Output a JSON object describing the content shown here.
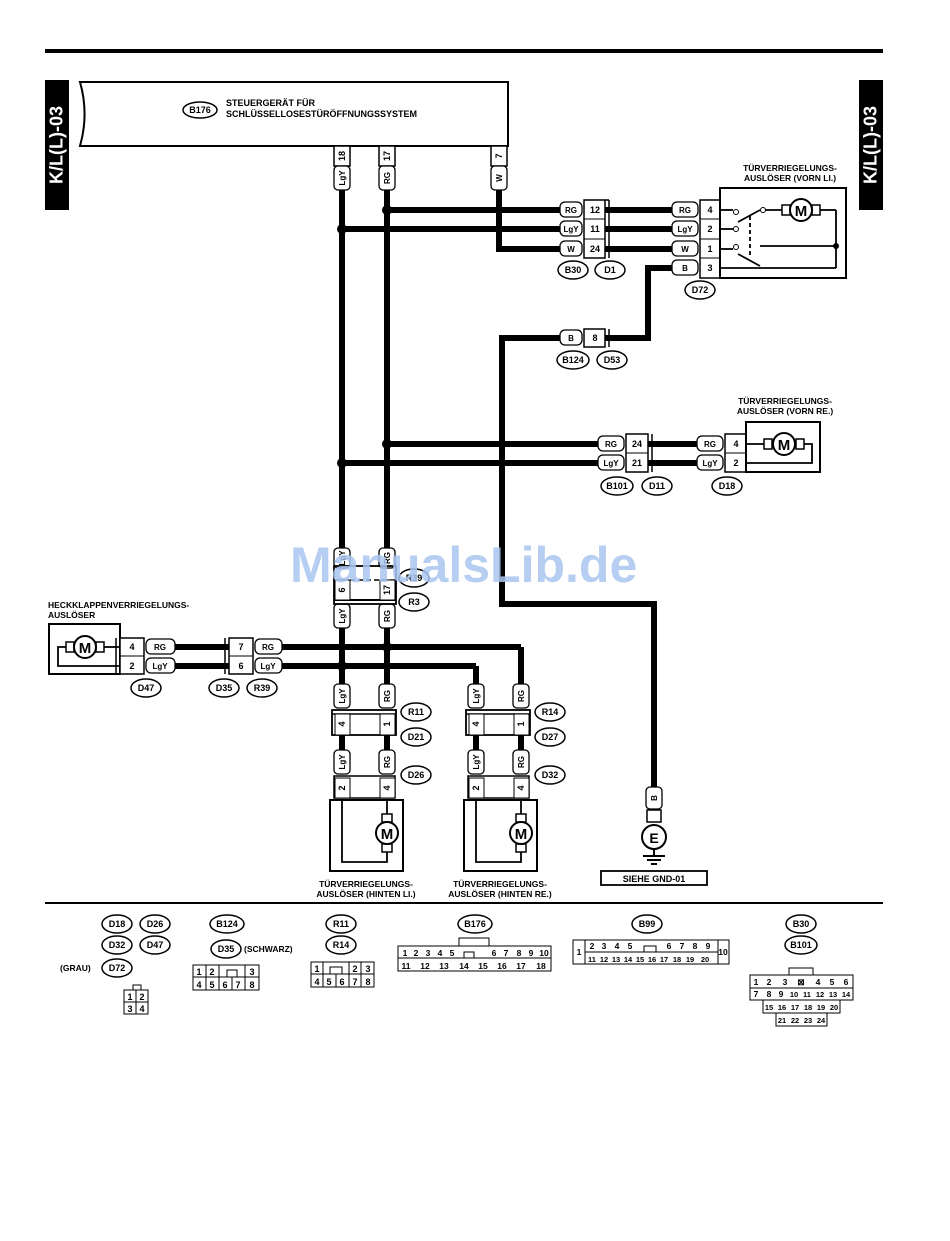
{
  "page_code": "K/L(L)-03",
  "watermark": "ManualsLib.de",
  "ecu": {
    "conn": "B176",
    "title1": "STEUERGERÄT FÜR",
    "title2": "SCHLÜSSELLOSESTÜRÖFFNUNGSSYSTEM",
    "pin18": "18",
    "pin17": "17",
    "pin7": "7"
  },
  "wires": {
    "LgY": "LgY",
    "RG": "RG",
    "W": "W",
    "B": "B"
  },
  "front_left": {
    "title1": "TÜRVERRIEGELUNGS-",
    "title2": "AUSLÖSER (VORN LI.)",
    "conn": "D72",
    "pins": [
      "4",
      "2",
      "1",
      "3"
    ]
  },
  "d1_block": {
    "pins": [
      "12",
      "11",
      "24"
    ],
    "c1": "B30",
    "c2": "D1"
  },
  "d53_block": {
    "pin": "8",
    "c1": "B124",
    "c2": "D53"
  },
  "front_right": {
    "title1": "TÜRVERRIEGELUNGS-",
    "title2": "AUSLÖSER (VORN RE.)",
    "conn": "D18",
    "pins": [
      "4",
      "2"
    ]
  },
  "d11_block": {
    "pins": [
      "24",
      "21"
    ],
    "c1": "B101",
    "c2": "D11"
  },
  "r3_block": {
    "pins": [
      "6",
      "17"
    ],
    "c1": "R39",
    "c2": "R3"
  },
  "tailgate": {
    "title1": "HECKKLAPPENVERRIEGELUNGS-",
    "title2": "AUSLÖSER",
    "conn": "D47",
    "pins": [
      "4",
      "2"
    ]
  },
  "d35_block": {
    "pins": [
      "7",
      "6"
    ],
    "c1": "D35",
    "c2": "R39"
  },
  "rear_left": {
    "title1": "TÜRVERRIEGELUNGS-",
    "title2": "AUSLÖSER (HINTEN LI.)",
    "top_pins": [
      "4",
      "1"
    ],
    "c_top1": "R11",
    "c_top2": "D21",
    "pins": [
      "2",
      "4"
    ],
    "conn": "D26"
  },
  "rear_right": {
    "title1": "TÜRVERRIEGELUNGS-",
    "title2": "AUSLÖSER (HINTEN RE.)",
    "top_pins": [
      "4",
      "1"
    ],
    "c_top1": "R14",
    "c_top2": "D27",
    "pins": [
      "2",
      "4"
    ],
    "conn": "D32"
  },
  "ground": {
    "label": "E",
    "ref": "SIEHE GND-01"
  },
  "motor": "M",
  "legend": {
    "g1": [
      "D18",
      "D26",
      "D32",
      "D47",
      "D72"
    ],
    "grau": "(GRAU)",
    "g2": [
      "B124",
      "D35"
    ],
    "schwarz": "(SCHWARZ)",
    "g3": [
      "R11",
      "R14"
    ],
    "g4": "B176",
    "g5": "B99",
    "g6": [
      "B30",
      "B101"
    ]
  }
}
